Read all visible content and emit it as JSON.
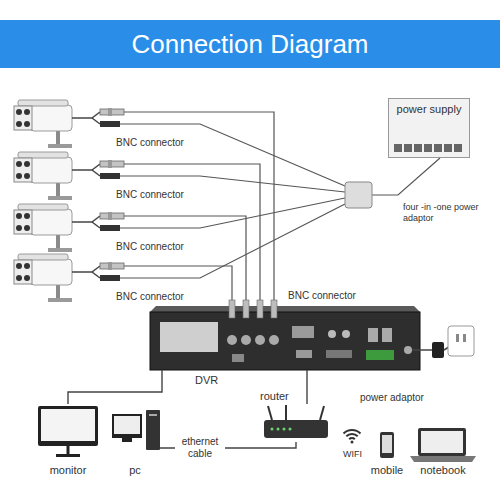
{
  "diagram": {
    "title": "Connection Diagram",
    "nodes": [
      {
        "text": [
          "power supply"
        ]
      },
      {
        "text": [
          "DVR"
        ]
      },
      {
        "text": [
          "monitor"
        ]
      },
      {
        "text": [
          "pc"
        ]
      },
      {
        "text": [
          "router"
        ]
      },
      {
        "text": [
          "mobile"
        ]
      },
      {
        "text": [
          "notebook"
        ]
      }
    ],
    "edges": [
      {
        "from": 1,
        "to": 2,
        "arrow": "none"
      },
      {
        "from": 1,
        "to": 4,
        "arrow": "none"
      },
      {
        "from": 3,
        "to": 4,
        "label": "ethernet cable",
        "arrow": "none"
      }
    ],
    "labels": [
      "BNC connector",
      "BNC connector",
      "BNC connector",
      "BNC connector",
      "BNC connector",
      "four -in -one power adaptor",
      "power adaptor",
      "WIFI"
    ]
  }
}
